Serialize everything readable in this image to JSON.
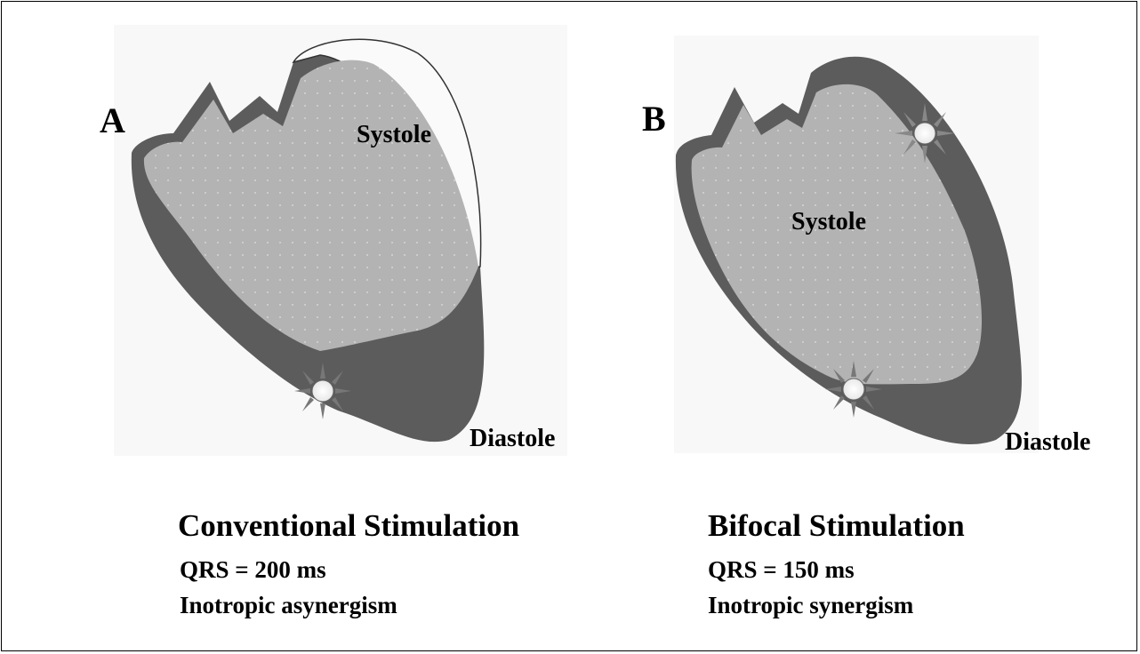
{
  "panels": [
    {
      "letter": "A",
      "systole_label": "Systole",
      "diastole_label": "Diastole",
      "title": "Conventional Stimulation",
      "qrs": "QRS = 200 ms",
      "description": "Inotropic asynergism"
    },
    {
      "letter": "B",
      "systole_label": "Systole",
      "diastole_label": "Diastole",
      "title": "Bifocal Stimulation",
      "qrs": "QRS = 150 ms",
      "description": "Inotropic synergism"
    }
  ],
  "colors": {
    "diastole_wall": "#5c5c5c",
    "systole_cavity": "#b4b4b4",
    "background": "#ffffff"
  }
}
